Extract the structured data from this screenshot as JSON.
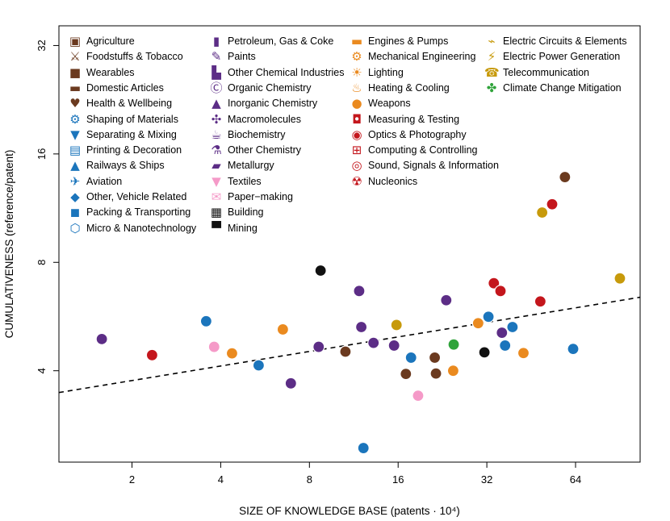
{
  "chart_data": {
    "type": "scatter",
    "xlabel": "SIZE OF KNOWLEDGE BASE (patents · 10⁴)",
    "ylabel": "CUMULATIVENESS (reference/patent)",
    "xscale": "log2",
    "yscale": "log2",
    "xlim": [
      1.13,
      106
    ],
    "ylim": [
      2.23,
      36.3
    ],
    "xticks": [
      "2",
      "4",
      "8",
      "16",
      "32",
      "64"
    ],
    "yticks": [
      "4",
      "8",
      "16",
      "32"
    ],
    "grid": false,
    "legend_placement": "top",
    "trend_line": {
      "style": "dashed",
      "from": [
        1.13,
        3.48
      ],
      "to": [
        106,
        6.4
      ]
    },
    "colors": {
      "brown": "#6b3a1f",
      "blue": "#1b75bc",
      "purple": "#5c2d86",
      "pink": "#f59ac8",
      "black": "#111111",
      "orange": "#ea8a1f",
      "red": "#c4161c",
      "gold": "#c79a0b",
      "green": "#2fa33a"
    },
    "categories": [
      {
        "name": "Agriculture",
        "color": "brown",
        "icon": "tractor-icon",
        "glyph": "▣",
        "x": 21.5,
        "y": 3.93
      },
      {
        "name": "Foodstuffs & Tobacco",
        "color": "brown",
        "icon": "fork-knife-icon",
        "glyph": "⚔",
        "x": 10.6,
        "y": 4.52
      },
      {
        "name": "Wearables",
        "color": "brown",
        "icon": "briefcase-icon",
        "glyph": "■",
        "x": 17.0,
        "y": 3.92
      },
      {
        "name": "Domestic Articles",
        "color": "brown",
        "icon": "sofa-icon",
        "glyph": "▬",
        "x": 21.3,
        "y": 4.35
      },
      {
        "name": "Health & Wellbeing",
        "color": "brown",
        "icon": "heart-pulse-icon",
        "glyph": "♥",
        "x": 58.9,
        "y": 13.8
      },
      {
        "name": "Shaping of Materials",
        "color": "blue",
        "icon": "saw-blade-icon",
        "glyph": "⚙",
        "x": 62.8,
        "y": 4.6
      },
      {
        "name": "Separating & Mixing",
        "color": "blue",
        "icon": "funnel-icon",
        "glyph": "▼",
        "x": 32.4,
        "y": 5.65
      },
      {
        "name": "Printing & Decoration",
        "color": "blue",
        "icon": "printer-icon",
        "glyph": "▤",
        "x": 17.7,
        "y": 4.35
      },
      {
        "name": "Railways & Ships",
        "color": "blue",
        "icon": "sailboat-icon",
        "glyph": "▲",
        "x": 12.2,
        "y": 2.44
      },
      {
        "name": "Aviation",
        "color": "blue",
        "icon": "airplane-icon",
        "glyph": "✈",
        "x": 5.38,
        "y": 4.14
      },
      {
        "name": "Other, Vehicle Related",
        "color": "blue",
        "icon": "car-icon",
        "glyph": "◆",
        "x": 39.1,
        "y": 5.29
      },
      {
        "name": "Packing & Transporting",
        "color": "blue",
        "icon": "box-icon",
        "glyph": "◼",
        "x": 36.9,
        "y": 4.7
      },
      {
        "name": "Micro & Nanotechnology",
        "color": "blue",
        "icon": "molecule-ring-icon",
        "glyph": "⬡",
        "x": 3.57,
        "y": 5.49
      },
      {
        "name": "Petroleum, Gas & Coke",
        "color": "purple",
        "icon": "jerrycan-icon",
        "glyph": "▮",
        "x": 8.6,
        "y": 4.66
      },
      {
        "name": "Paints",
        "color": "purple",
        "icon": "paintbrush-icon",
        "glyph": "✎",
        "x": 12.0,
        "y": 5.29
      },
      {
        "name": "Other Chemical Industries",
        "color": "purple",
        "icon": "factory-icon",
        "glyph": "▙",
        "x": 13.2,
        "y": 4.78
      },
      {
        "name": "Organic Chemistry",
        "color": "purple",
        "icon": "flask-c-icon",
        "glyph": "Ⓒ",
        "x": 36.0,
        "y": 5.1
      },
      {
        "name": "Inorganic Chemistry",
        "color": "purple",
        "icon": "flask-icon",
        "glyph": "▲",
        "x": 6.92,
        "y": 3.69
      },
      {
        "name": "Macromolecules",
        "color": "purple",
        "icon": "molecule-icon",
        "glyph": "✣",
        "x": 23.3,
        "y": 6.28
      },
      {
        "name": "Biochemistry",
        "color": "purple",
        "icon": "mug-icon",
        "glyph": "☕",
        "x": 11.8,
        "y": 6.66
      },
      {
        "name": "Other Chemistry",
        "color": "purple",
        "icon": "flask-bubbles-icon",
        "glyph": "⚗",
        "x": 1.58,
        "y": 4.9
      },
      {
        "name": "Metallurgy",
        "color": "purple",
        "icon": "steel-beam-icon",
        "glyph": "▰",
        "x": 15.5,
        "y": 4.7
      },
      {
        "name": "Textiles",
        "color": "pink",
        "icon": "tshirt-icon",
        "glyph": "▼",
        "x": 18.7,
        "y": 3.41
      },
      {
        "name": "Paper−making",
        "color": "pink",
        "icon": "envelope-icon",
        "glyph": "✉",
        "x": 3.8,
        "y": 4.66
      },
      {
        "name": "Building",
        "color": "black",
        "icon": "bricks-icon",
        "glyph": "▦",
        "x": 31.4,
        "y": 4.5
      },
      {
        "name": "Mining",
        "color": "black",
        "icon": "mine-cart-icon",
        "glyph": "▀",
        "x": 8.73,
        "y": 7.59
      },
      {
        "name": "Engines & Pumps",
        "color": "orange",
        "icon": "engine-icon",
        "glyph": "▬",
        "x": 29.9,
        "y": 5.42
      },
      {
        "name": "Mechanical Engineering",
        "color": "orange",
        "icon": "gear-wrench-icon",
        "glyph": "⚙",
        "x": 42.6,
        "y": 4.48
      },
      {
        "name": "Lighting",
        "color": "orange",
        "icon": "lightbulb-icon",
        "glyph": "☀",
        "x": 4.37,
        "y": 4.47
      },
      {
        "name": "Heating & Cooling",
        "color": "orange",
        "icon": "thermometer-icon",
        "glyph": "♨",
        "x": 24.6,
        "y": 4.0
      },
      {
        "name": "Weapons",
        "color": "orange",
        "icon": "grenade-icon",
        "glyph": "●",
        "x": 6.5,
        "y": 5.21
      },
      {
        "name": "Measuring & Testing",
        "color": "red",
        "icon": "scale-icon",
        "glyph": "◘",
        "x": 48.6,
        "y": 6.23
      },
      {
        "name": "Optics & Photography",
        "color": "red",
        "icon": "camera-icon",
        "glyph": "◉",
        "x": 33.8,
        "y": 7.0
      },
      {
        "name": "Computing & Controlling",
        "color": "red",
        "icon": "calculator-icon",
        "glyph": "⊞",
        "x": 53.3,
        "y": 11.6
      },
      {
        "name": "Sound, Signals & Information",
        "color": "red",
        "icon": "signal-icon",
        "glyph": "◎",
        "x": 35.6,
        "y": 6.66
      },
      {
        "name": "Nucleonics",
        "color": "red",
        "icon": "radiation-icon",
        "glyph": "☢",
        "x": 2.34,
        "y": 4.42
      },
      {
        "name": "Electric Circuits & Elements",
        "color": "gold",
        "icon": "plug-icon",
        "glyph": "⌁",
        "x": 90.5,
        "y": 7.22
      },
      {
        "name": "Electric Power Generation",
        "color": "gold",
        "icon": "lightning-icon",
        "glyph": "⚡",
        "x": 15.8,
        "y": 5.36
      },
      {
        "name": "Telecommunication",
        "color": "gold",
        "icon": "phone-icon",
        "glyph": "☎",
        "x": 49.3,
        "y": 11.0
      },
      {
        "name": "Climate Change Mitigation",
        "color": "green",
        "icon": "wind-turbine-icon",
        "glyph": "✤",
        "x": 24.7,
        "y": 4.73
      }
    ]
  }
}
